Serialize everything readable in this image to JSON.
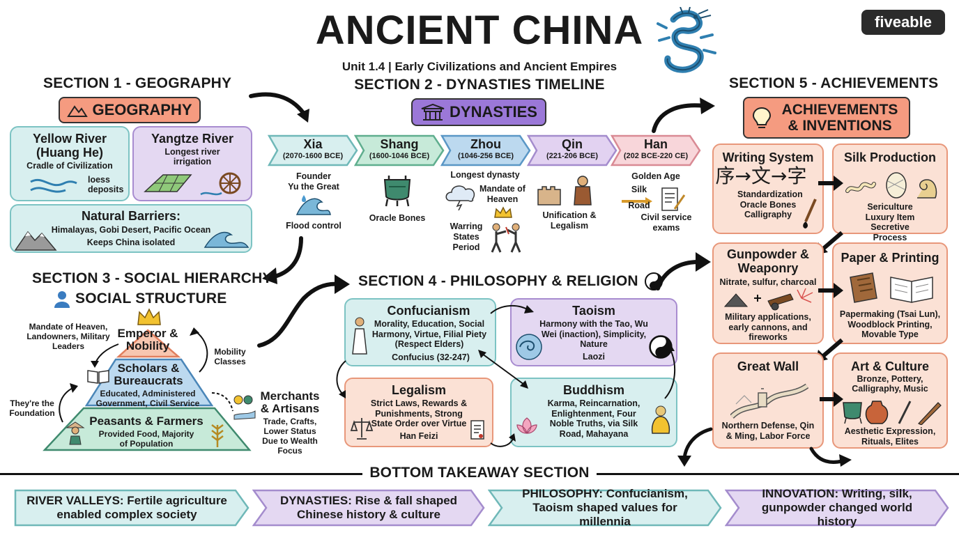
{
  "header": {
    "title": "ANCIENT CHINA",
    "subtitle": "Unit 1.4 | Early Civilizations and Ancient Empires",
    "logo": "fiveable"
  },
  "section1": {
    "heading": "SECTION 1 - GEOGRAPHY",
    "pill": "GEOGRAPHY",
    "yellow_river": {
      "title": "Yellow River (Huang He)",
      "line1": "Cradle of Civilization",
      "note": "loess deposits"
    },
    "yangtze": {
      "title": "Yangtze River",
      "line1": "Longest river",
      "line2": "irrigation"
    },
    "barriers": {
      "title": "Natural Barriers:",
      "line1": "Himalayas, Gobi Desert, Pacific Ocean",
      "line2": "Keeps China isolated"
    }
  },
  "section2": {
    "heading": "SECTION 2 - DYNASTIES TIMELINE",
    "pill": "DYNASTIES",
    "dynasties": [
      {
        "name": "Xia",
        "dates": "(2070-1600 BCE)"
      },
      {
        "name": "Shang",
        "dates": "(1600-1046 BCE)"
      },
      {
        "name": "Zhou",
        "dates": "(1046-256 BCE)"
      },
      {
        "name": "Qin",
        "dates": "(221-206 BCE)"
      },
      {
        "name": "Han",
        "dates": "(202 BCE-220 CE)"
      }
    ],
    "xia_notes": {
      "founder": "Founder",
      "founder2": "Yu the Great",
      "flood": "Flood control"
    },
    "shang_notes": {
      "oracle": "Oracle Bones"
    },
    "zhou_notes": {
      "longest": "Longest dynasty",
      "mandate": "Mandate of Heaven",
      "warring": "Warring States Period"
    },
    "qin_notes": {
      "unification": "Unification & Legalism"
    },
    "han_notes": {
      "golden": "Golden Age",
      "silk": "Silk",
      "road": "Road",
      "civil": "Civil service exams"
    }
  },
  "section3": {
    "heading": "SECTION 3 - SOCIAL HIERARCHY",
    "subheading": "SOCIAL STRUCTURE",
    "tiers": [
      {
        "title": "Emperor & Nobility"
      },
      {
        "title": "Scholars & Bureaucrats",
        "desc": "Educated, Administered Government, Civil Service"
      },
      {
        "title": "Peasants & Farmers",
        "desc": "Provided Food, Majority of Population"
      }
    ],
    "mandate_label": "Mandate of Heaven, Landowners, Military Leaders",
    "mobility_label": "Mobility Classes",
    "foundation_label": "They're the Foundation",
    "merchants": {
      "title": "Merchants & Artisans",
      "desc": "Trade, Crafts, Lower Status Due to Wealth Focus"
    }
  },
  "section4": {
    "heading": "SECTION 4 - PHILOSOPHY & RELIGION",
    "confucianism": {
      "title": "Confucianism",
      "desc": "Morality, Education, Social Harmony, Virtue, Filial Piety (Respect Elders)",
      "person": "Confucius (32-247)"
    },
    "taoism": {
      "title": "Taoism",
      "desc": "Harmony with the Tao, Wu Wei (inaction), Simplicity, Nature",
      "person": "Laozi"
    },
    "legalism": {
      "title": "Legalism",
      "desc": "Strict Laws, Rewards & Punishments, Strong State Order over Virtue",
      "person": "Han Feizi"
    },
    "buddhism": {
      "title": "Buddhism",
      "desc": "Karma, Reincarnation, Enlightenment, Four Noble Truths, via Silk Road, Mahayana"
    }
  },
  "section5": {
    "heading": "SECTION 5 - ACHIEVEMENTS",
    "pill": "ACHIEVEMENTS & INVENTIONS",
    "writing": {
      "title": "Writing System",
      "chars": "序→文→字",
      "desc": "Standardization Oracle Bones Calligraphy"
    },
    "silk": {
      "title": "Silk Production",
      "desc": "Sericulture Luxury Item Secretive Process"
    },
    "gunpowder": {
      "title": "Gunpowder & Weaponry",
      "line1": "Nitrate, sulfur, charcoal",
      "desc": "Military applications, early cannons, and fireworks"
    },
    "paper": {
      "title": "Paper & Printing",
      "desc": "Papermaking (Tsai Lun), Woodblock Printing, Movable Type"
    },
    "wall": {
      "title": "Great Wall",
      "desc": "Northern Defense, Qin & Ming, Labor Force"
    },
    "art": {
      "title": "Art & Culture",
      "line1": "Bronze, Pottery, Calligraphy, Music",
      "desc": "Aesthetic Expression, Rituals, Elites"
    }
  },
  "takeaway": {
    "heading": "BOTTOM TAKEAWAY SECTION",
    "items": [
      {
        "text": "RIVER VALLEYS: Fertile agriculture enabled complex society"
      },
      {
        "text": "DYNASTIES: Rise & fall shaped Chinese history & culture"
      },
      {
        "text": "PHILOSOPHY: Confucianism, Taoism shaped values for millennia"
      },
      {
        "text": "INNOVATION: Writing, silk, gunpowder changed world history"
      }
    ]
  },
  "colors": {
    "teal": "#d8efef",
    "purple": "#e4d8f2",
    "orange": "#fbe1d5",
    "dragon": "#2f7fb0"
  }
}
